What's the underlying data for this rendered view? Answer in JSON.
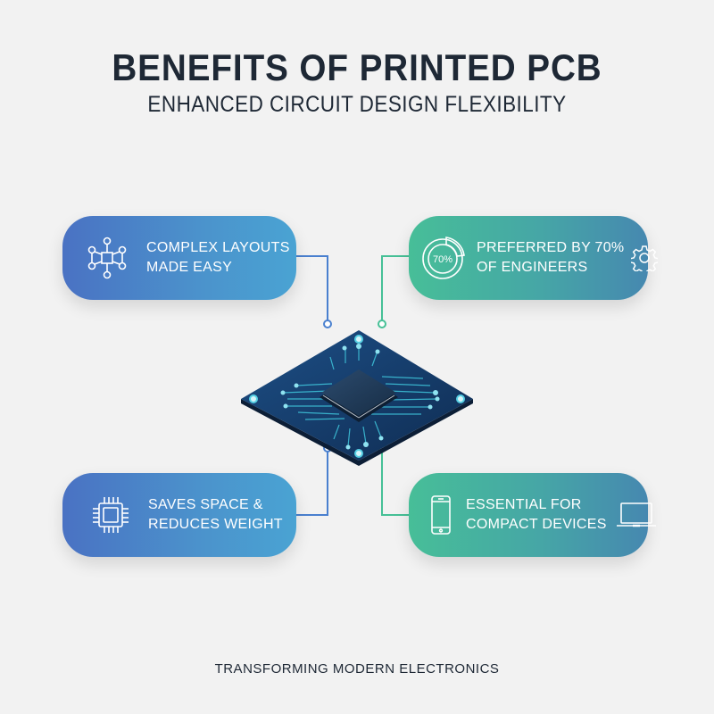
{
  "header": {
    "title": "BENEFITS OF PRINTED PCB",
    "subtitle": "ENHANCED CIRCUIT DESIGN FLEXIBILITY"
  },
  "cards": [
    {
      "line1": "COMPLEX LAYOUTS",
      "line2": "MADE EASY",
      "icon": "network-diagram-icon",
      "color": "#4a80c8"
    },
    {
      "line1": "PREFERRED BY 70%",
      "line2": "OF ENGINEERS",
      "icon": "donut-chart-icon",
      "icon_label": "70%",
      "secondary_icon": "gear-icon",
      "color": "#46a6a6"
    },
    {
      "line1": "SAVES SPACE &",
      "line2": "REDUCES WEIGHT",
      "icon": "chip-icon",
      "color": "#4a80c8"
    },
    {
      "line1": "ESSENTIAL FOR",
      "line2": "COMPACT DEVICES",
      "icon": "smartphone-icon",
      "secondary_icon": "laptop-icon",
      "color": "#46a6a6"
    }
  ],
  "center": {
    "image": "pcb-microchip-illustration"
  },
  "colors": {
    "blue_accent": "#4a7fc8",
    "green_accent": "#46be98",
    "text_dark": "#1e2835",
    "background": "#f2f2f2"
  },
  "footer": {
    "tagline": "TRANSFORMING MODERN ELECTRONICS"
  }
}
